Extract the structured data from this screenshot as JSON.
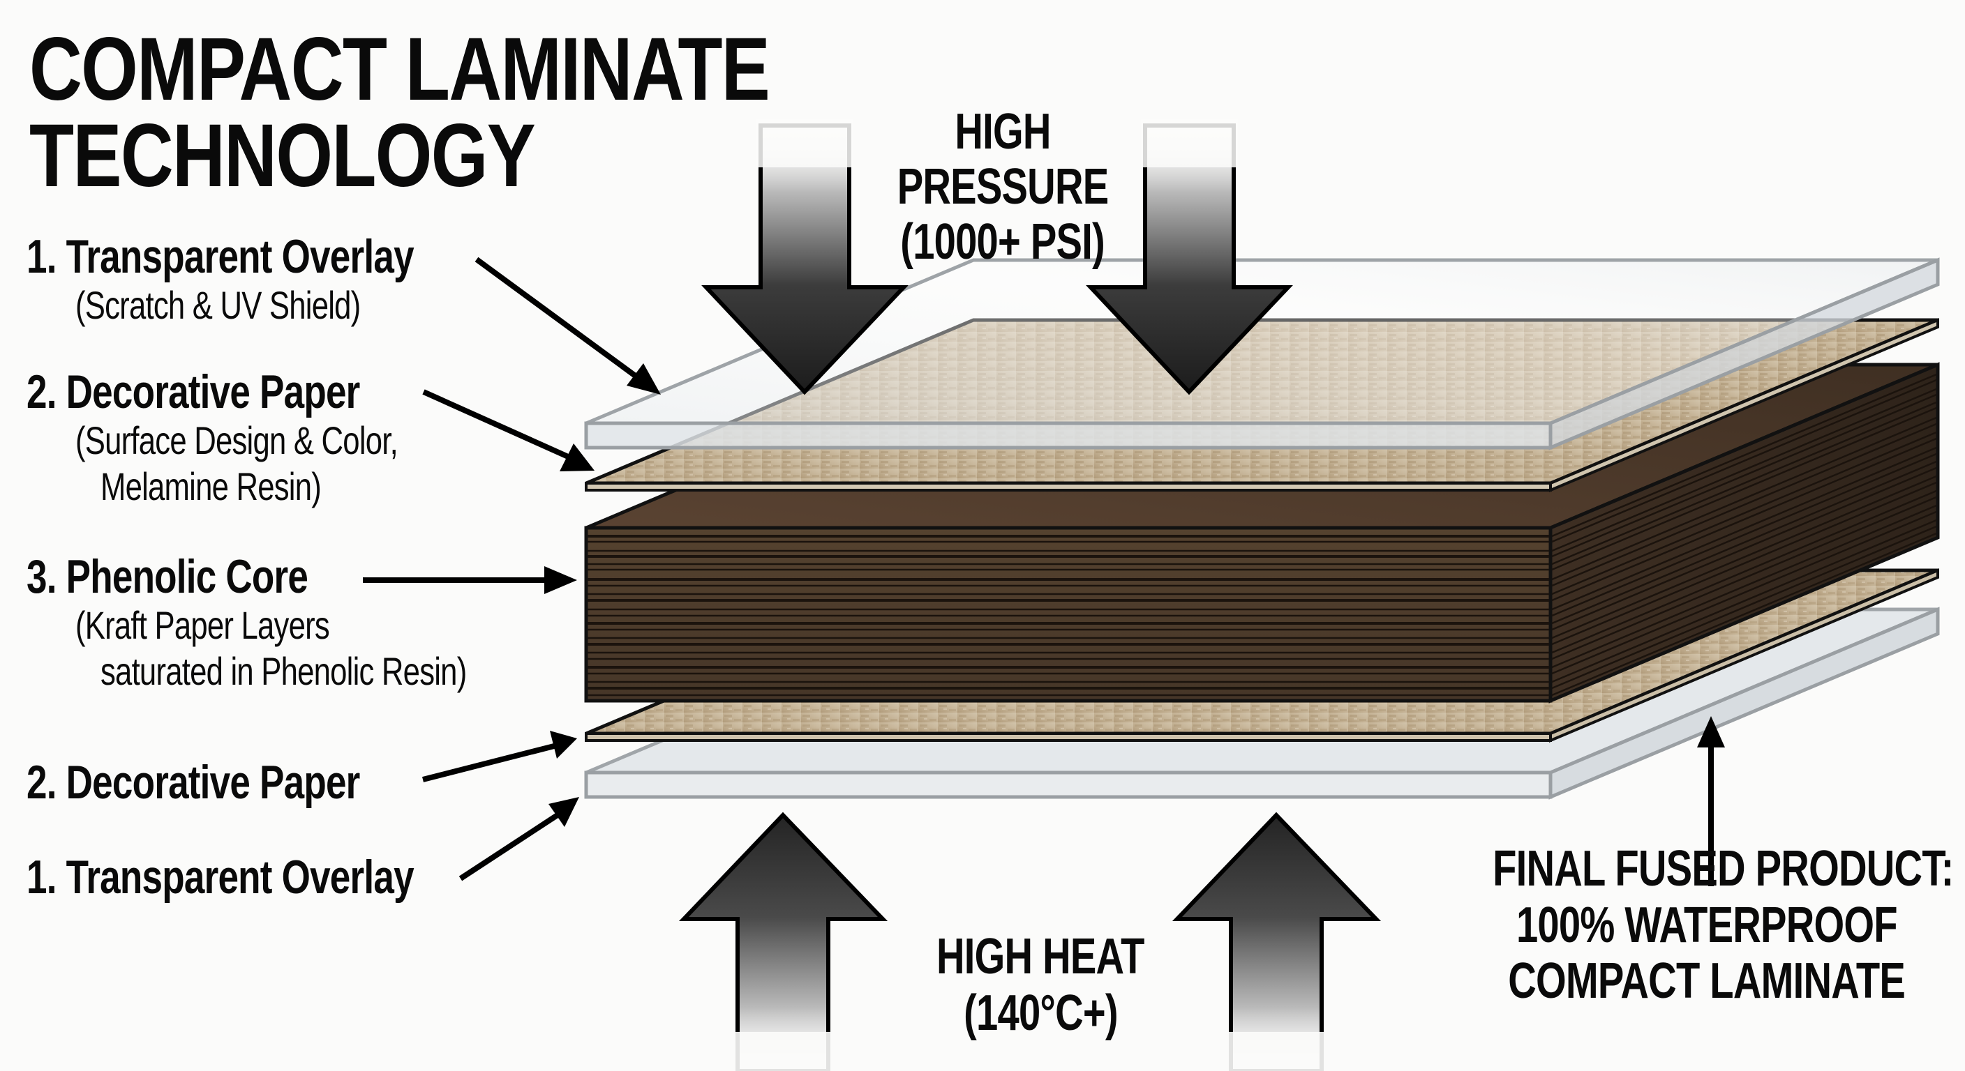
{
  "title": {
    "line1": "COMPACT LAMINATE",
    "line2": "TECHNOLOGY"
  },
  "pressure": {
    "line1": "HIGH",
    "line2": "PRESSURE",
    "line3": "(1000+ PSI)",
    "arrow_direction": "down",
    "arrow_count": 2
  },
  "heat": {
    "line1": "HIGH HEAT",
    "line2": "(140°C+)",
    "arrow_direction": "up",
    "arrow_count": 2
  },
  "labels": [
    {
      "name": "1. Transparent Overlay",
      "sub": [
        "(Scratch & UV Shield)"
      ],
      "points_to": "top-overlay"
    },
    {
      "name": "2. Decorative Paper",
      "sub": [
        "(Surface Design & Color,",
        "Melamine Resin)"
      ],
      "points_to": "top-decorative-paper"
    },
    {
      "name": "3. Phenolic Core",
      "sub": [
        "(Kraft Paper Layers",
        "saturated in Phenolic Resin)"
      ],
      "points_to": "phenolic-core"
    },
    {
      "name": "2. Decorative Paper",
      "sub": [],
      "points_to": "bottom-decorative-paper"
    },
    {
      "name": "1. Transparent Overlay",
      "sub": [],
      "points_to": "bottom-overlay"
    }
  ],
  "final_product": {
    "line1": "FINAL FUSED PRODUCT:",
    "line2": "100% WATERPROOF",
    "line3": "COMPACT LAMINATE"
  },
  "colors": {
    "background": "#fbfbfa",
    "text": "#0a0a0a",
    "overlay_fill": "#e3e7ea",
    "overlay_edge": "#9a9fa3",
    "decor_paper": "#b8a68a",
    "core_face": "#4f3d2f",
    "core_top": "#5a4434",
    "core_stripe": "#1e150f",
    "arrow_dark": "#2a2a2a"
  }
}
